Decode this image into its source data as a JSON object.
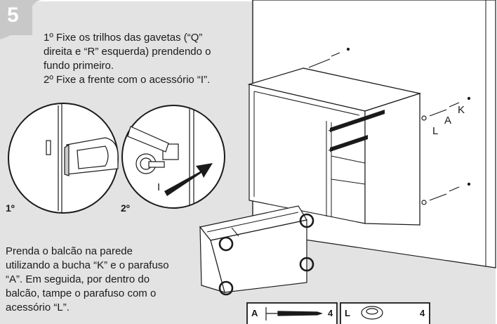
{
  "step": {
    "number": "5"
  },
  "instructions": {
    "line1_order": "1º",
    "line1_text": " Fixe os trilhos das gavetas (“Q”",
    "line2_text": "direita e “R” esquerda) prendendo o",
    "line3_text": "fundo primeiro.",
    "line4_order": "2º",
    "line4_text": " Fixe a frente com o acessório “I”."
  },
  "details": {
    "detail1_label": "1º",
    "detail2_label": "2º",
    "detail2_part": "I"
  },
  "cabinet_labels": {
    "l": "L",
    "a": "A",
    "k": "K"
  },
  "mount_instructions": {
    "line1": "Prenda o balcão na parede",
    "line2": "utilizando a bucha “K” e o parafuso",
    "line3": "“A”. Em seguida, por dentro do",
    "line4": "balcão, tampe o parafuso com o",
    "line5": "acessório  “L”."
  },
  "parts": [
    {
      "letter": "A",
      "qty": "4"
    },
    {
      "letter": "L",
      "qty": "4"
    }
  ],
  "colors": {
    "panel": "#e3e3e3",
    "step_tab": "#c8c8c8",
    "line": "#1a1a1a"
  }
}
